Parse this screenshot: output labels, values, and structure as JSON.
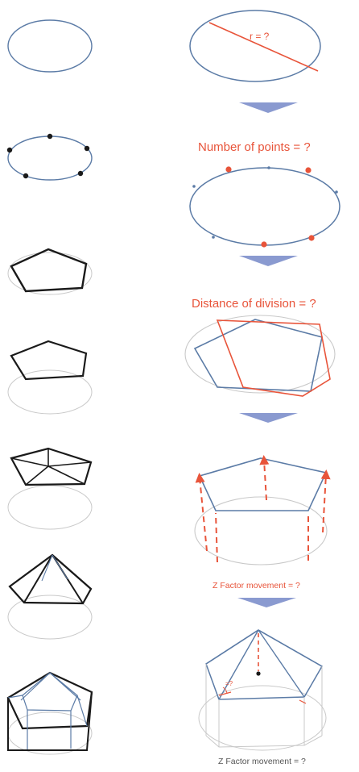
{
  "labels": {
    "radius": "r = ?",
    "points": "Number of points = ?",
    "division": "Distance of division = ?",
    "z_factor_1": "Z Factor movement = ?",
    "z_factor_2": "Z Factor movement = ?",
    "tiny_angle": "=?"
  },
  "colors": {
    "accent": "#e8543a",
    "blue": "#5b7ba6",
    "dark": "#1a1a1a",
    "light_gray": "#c9c9c9",
    "arrow": "#8a9ad0"
  }
}
